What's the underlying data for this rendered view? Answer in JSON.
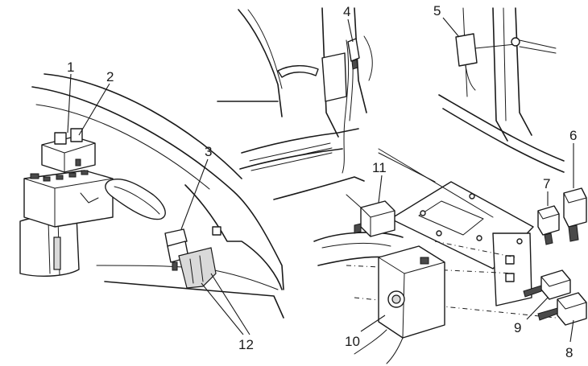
{
  "callouts": [
    "1",
    "2",
    "3",
    "4",
    "5",
    "6",
    "7",
    "8",
    "9",
    "10",
    "11",
    "12"
  ],
  "colors": {
    "line": "#1a1a1a",
    "shade": "#d9d9d9",
    "background": "#ffffff"
  }
}
